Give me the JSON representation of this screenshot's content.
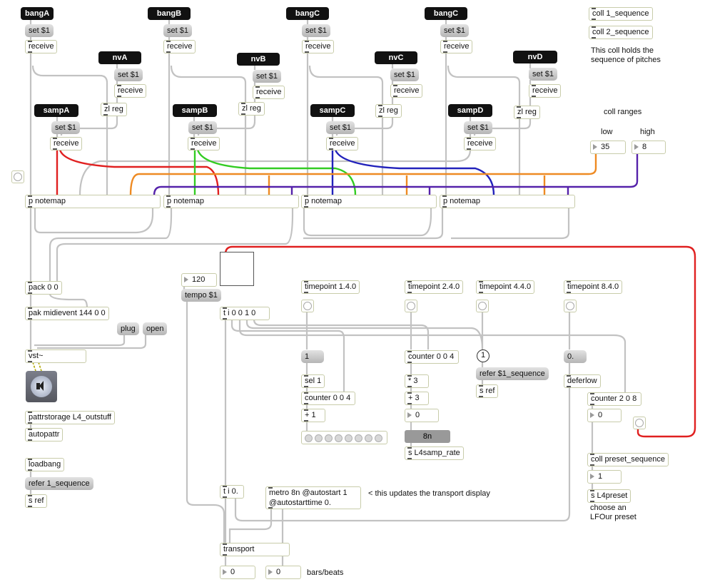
{
  "senders": {
    "bangA": "bangA",
    "bangB": "bangB",
    "bangC1": "bangC",
    "bangC2": "bangC",
    "nvA": "nvA",
    "nvB": "nvB",
    "nvC": "nvC",
    "nvD": "nvD",
    "sampA": "sampA",
    "sampB": "sampB",
    "sampC": "sampC",
    "sampD": "sampD"
  },
  "msgs": {
    "set": "set $1",
    "tempo": "tempo $1",
    "plug": "plug",
    "open": "open",
    "refer1": "refer 1_sequence",
    "referS": "refer $1_sequence",
    "one": "1",
    "zero": "0.",
    "rate": "8n"
  },
  "objs": {
    "receive": "receive",
    "zlreg": "zl reg",
    "notemap": "p notemap",
    "pack": "pack 0 0",
    "pak": "pak midievent 144 0 0",
    "vst": "vst~",
    "pattr": "pattrstorage L4_outstuff",
    "autopattr": "autopattr",
    "loadbang": "loadbang",
    "sref": "s ref",
    "coll1": "coll 1_sequence",
    "coll2": "coll 2_sequence",
    "tp1": "timepoint 1.4.0",
    "tp2": "timepoint 2.4.0",
    "tp4": "timepoint 4.4.0",
    "tp8": "timepoint 8.4.0",
    "tifan": "t i 0 0 1 0",
    "sel": "sel 1",
    "counter004a": "counter 0 0 4",
    "counter004b": "counter 0 0 4",
    "plus1": "+ 1",
    "times3": "* 3",
    "plus3": "+ 3",
    "sratestr": "s L4samp_rate",
    "deferlow": "deferlow",
    "counter208": "counter 2 0 8",
    "collpreset": "coll preset_sequence",
    "spreset": "s L4preset",
    "ti0": "t i 0.",
    "metro": "metro 8n @autostart 1",
    "metro2": "@autostarttime 0.",
    "transport": "transport"
  },
  "nums": {
    "low": "35",
    "high": "8",
    "tempo": "120",
    "c0a": "0",
    "c0b": "0",
    "preset": "1",
    "bars": "0",
    "beats": "0"
  },
  "comments": {
    "collinfo1": "This coll holds the",
    "collinfo2": "sequence of pitches",
    "ranges": "coll ranges",
    "low": "low",
    "high": "high",
    "transportnote": "< this updates the transport display",
    "preset1": "choose an",
    "preset2": "LFOur preset",
    "barsbeats": "bars/beats"
  },
  "colors": {
    "cable": "#bdbdbd",
    "red": "#e02020",
    "green": "#33cc22",
    "blue": "#2222bb",
    "orange": "#ee8a22",
    "purple": "#5522aa"
  }
}
